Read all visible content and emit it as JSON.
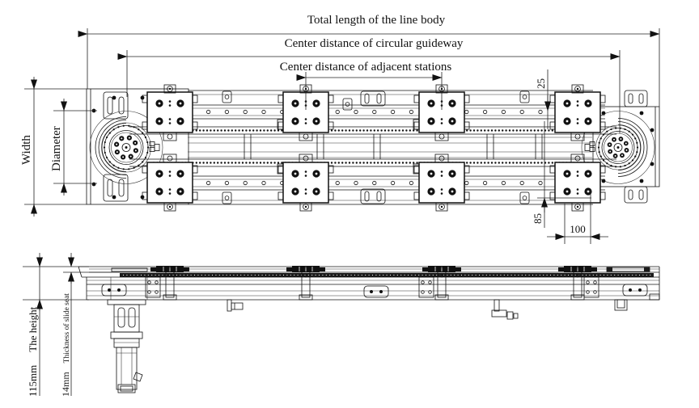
{
  "top_view": {
    "total_length": "Total length of the line body",
    "guideway_center": "Center distance of circular guideway",
    "stations_center": "Center distance of adjacent stations",
    "width_label": "Width",
    "diameter_label": "Diameter",
    "dim_25": "25",
    "dim_85": "85",
    "dim_100": "100"
  },
  "side_view": {
    "height_value": "115mm",
    "height_label": "The height",
    "seat_value": "14mm",
    "seat_label": "Thickness of slide seat"
  }
}
